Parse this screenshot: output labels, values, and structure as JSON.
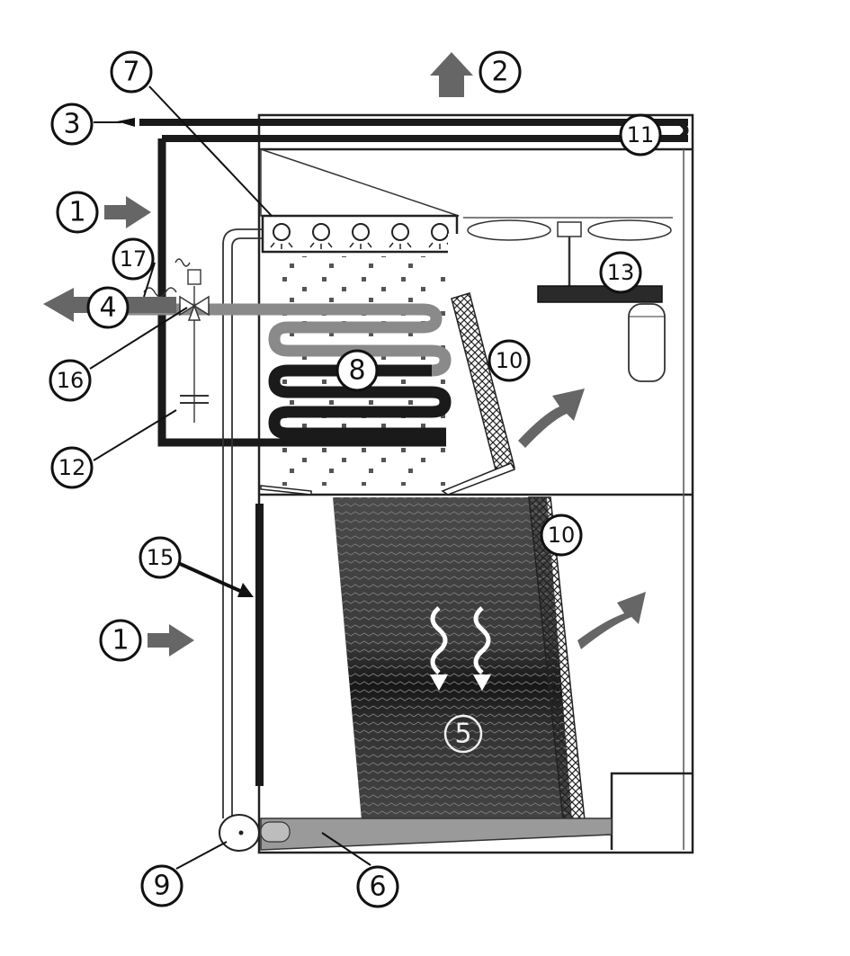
{
  "callouts": [
    {
      "id": "c1a",
      "label": "1"
    },
    {
      "id": "c1b",
      "label": "1"
    },
    {
      "id": "c2",
      "label": "2"
    },
    {
      "id": "c3",
      "label": "3"
    },
    {
      "id": "c4",
      "label": "4"
    },
    {
      "id": "c5",
      "label": "5"
    },
    {
      "id": "c6",
      "label": "6"
    },
    {
      "id": "c7",
      "label": "7"
    },
    {
      "id": "c8",
      "label": "8"
    },
    {
      "id": "c9",
      "label": "9"
    },
    {
      "id": "c10a",
      "label": "10"
    },
    {
      "id": "c10b",
      "label": "10"
    },
    {
      "id": "c11",
      "label": "11"
    },
    {
      "id": "c12",
      "label": "12"
    },
    {
      "id": "c13",
      "label": "13"
    },
    {
      "id": "c15",
      "label": "15"
    },
    {
      "id": "c16",
      "label": "16"
    },
    {
      "id": "c17",
      "label": "17"
    }
  ],
  "colors": {
    "outline": "#222222",
    "pipe": "#1a1a1a",
    "flow_arrow": "#666666",
    "media_dark": "#3c3c3c",
    "media_band": "#1e1e1e",
    "coil_light": "#8a8a8a",
    "water": "#9a9a9a"
  }
}
